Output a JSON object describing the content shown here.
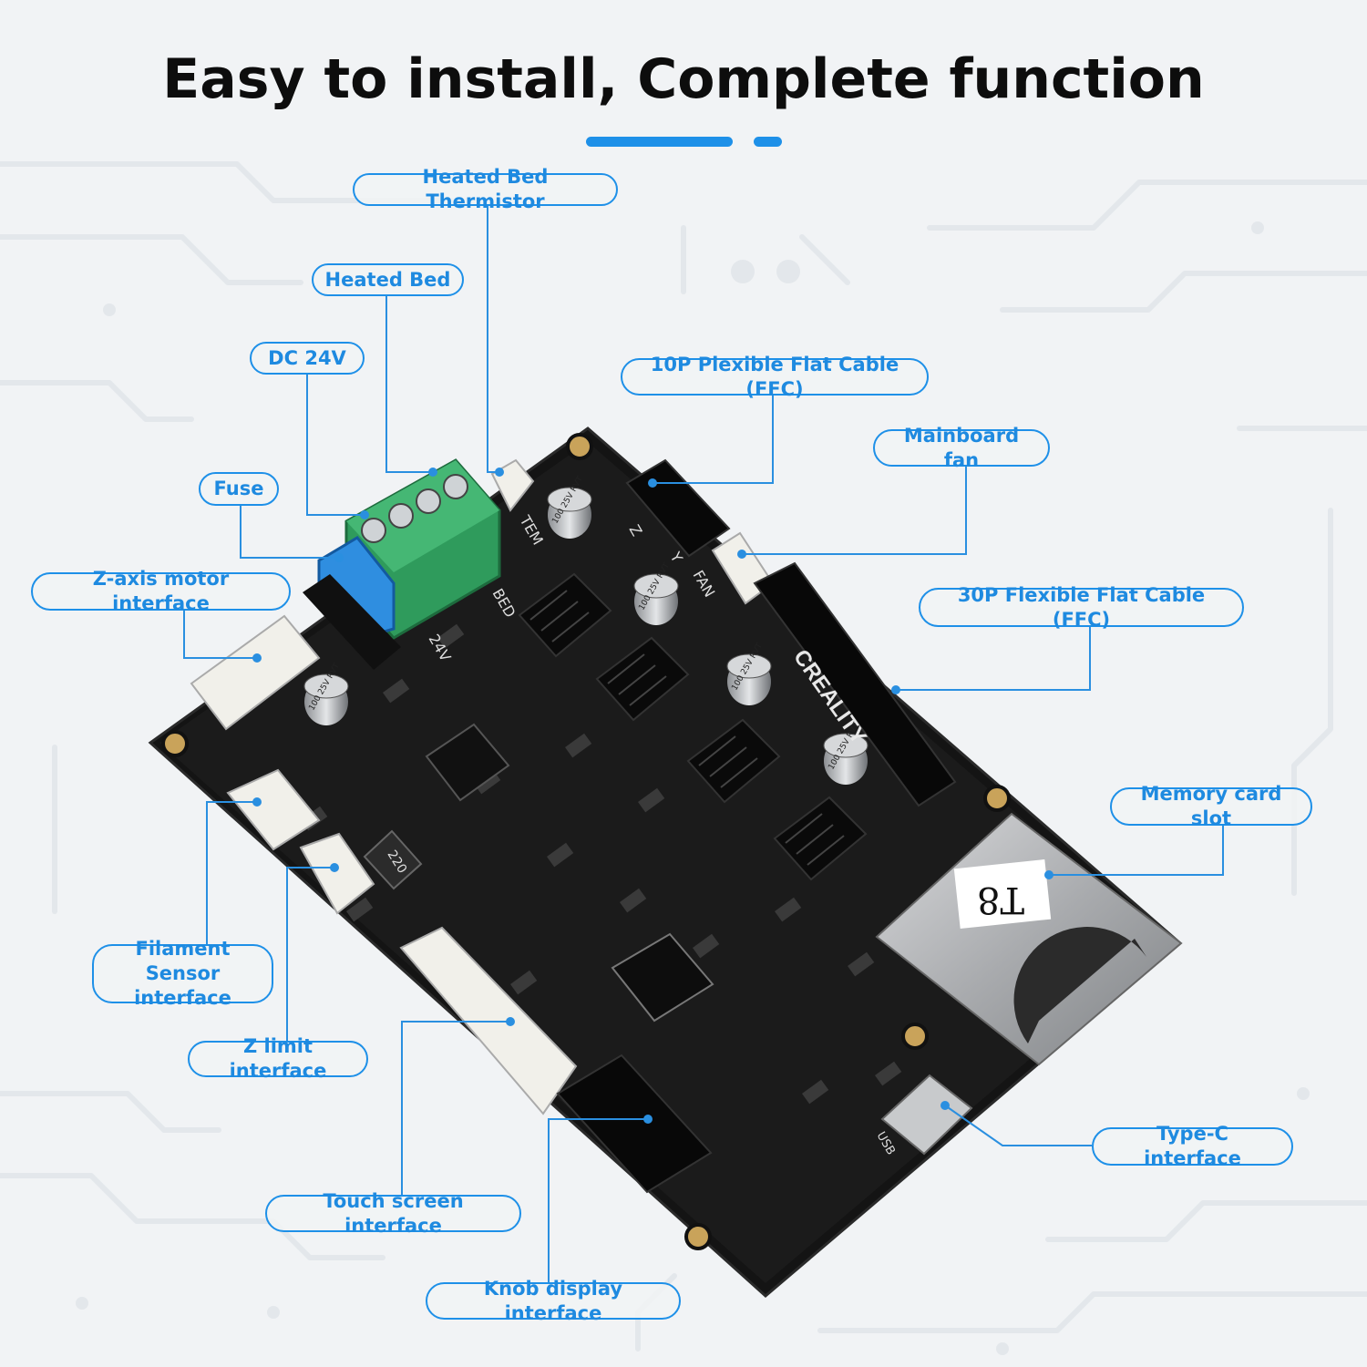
{
  "title": "Easy to install, Complete function",
  "accent_color": "#1e90e8",
  "board": {
    "brand": "CREALITY",
    "sd_label": "T8",
    "silk": [
      "24V",
      "BED",
      "TEM",
      "Z",
      "Y",
      "FAN",
      "USB"
    ],
    "capacitors": [
      "100 25V RVT",
      "100 25V RVT",
      "100 25V RVT",
      "100 25V RVT",
      "100 25V RVT"
    ],
    "inductor": "220"
  },
  "callouts": [
    {
      "id": "heated-bed-thermistor",
      "text": "Heated Bed Thermistor"
    },
    {
      "id": "heated-bed",
      "text": "Heated Bed"
    },
    {
      "id": "dc-24v",
      "text": "DC 24V"
    },
    {
      "id": "fuse",
      "text": "Fuse"
    },
    {
      "id": "z-axis-motor",
      "text": "Z-axis motor interface"
    },
    {
      "id": "ffc-10p",
      "text": "10P Plexible Flat Cable (FFC)"
    },
    {
      "id": "mainboard-fan",
      "text": "Mainboard fan"
    },
    {
      "id": "ffc-30p",
      "text": "30P Flexible Flat Cable (FFC)"
    },
    {
      "id": "memory-card",
      "text": "Memory card slot"
    },
    {
      "id": "filament-sensor",
      "text": "Filament Sensor\ninterface"
    },
    {
      "id": "z-limit",
      "text": "Z limit interface"
    },
    {
      "id": "type-c",
      "text": "Type-C interface"
    },
    {
      "id": "touch-screen",
      "text": "Touch screen interface"
    },
    {
      "id": "knob-display",
      "text": "Knob display interface"
    }
  ]
}
